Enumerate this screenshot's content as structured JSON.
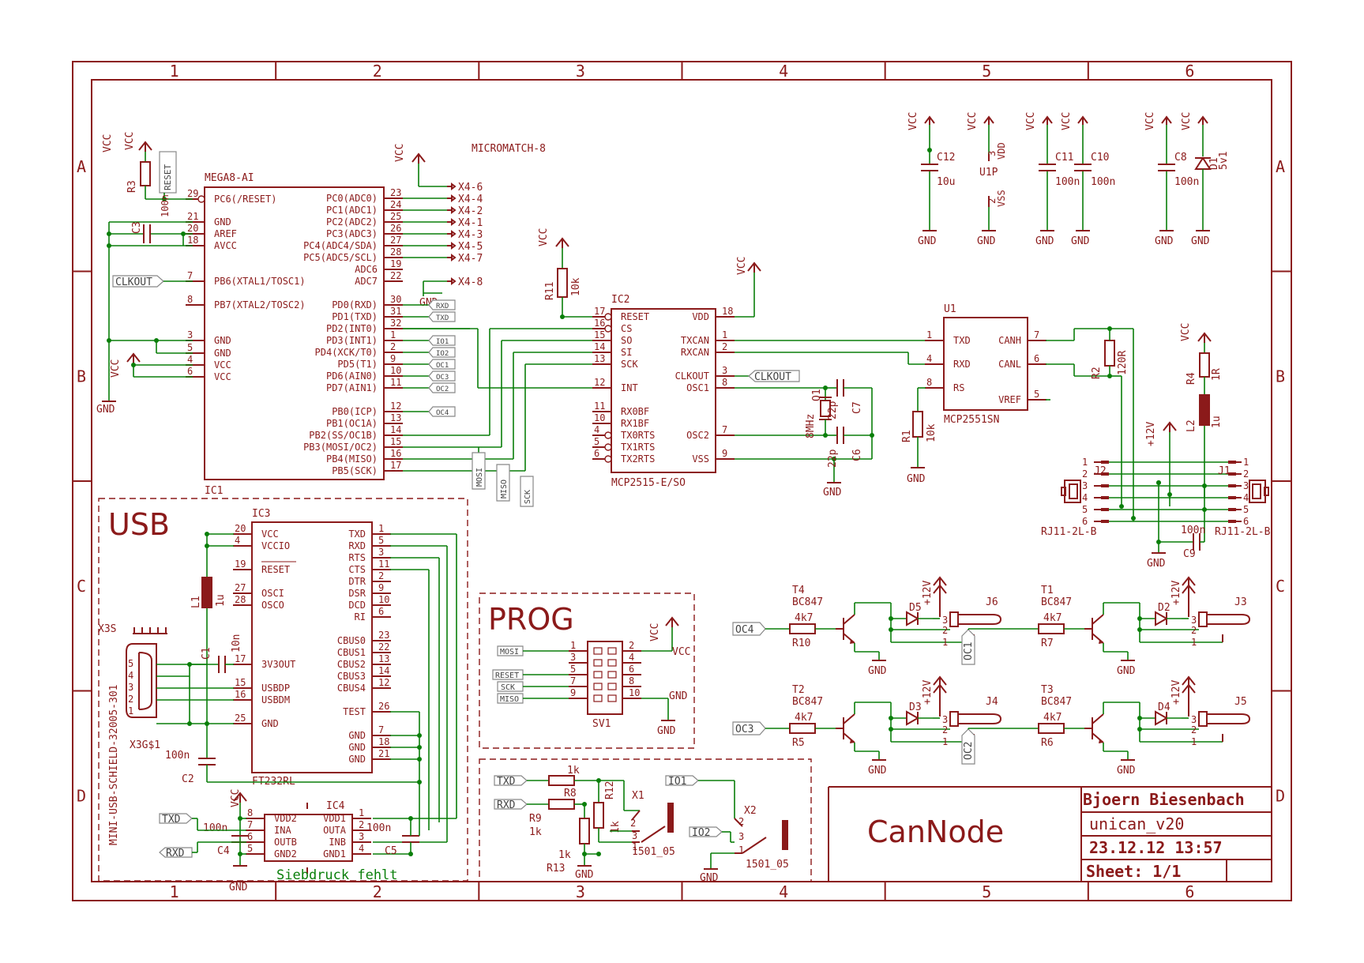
{
  "frame": {
    "columns": [
      "1",
      "2",
      "3",
      "4",
      "5",
      "6"
    ],
    "rows": [
      "A",
      "B",
      "C",
      "D"
    ]
  },
  "title_block": {
    "author": "Bjoern Biesenbach",
    "project": "unican_v20",
    "date": "23.12.12 13:57",
    "sheet": "Sheet: 1/1",
    "name": "CanNode"
  },
  "sections": {
    "usb": "USB",
    "prog": "PROG",
    "silkscreen_note": "Siebdruck fehlt"
  },
  "ic1": {
    "name": "MEGA8-AI",
    "ref": "IC1",
    "left_pins": [
      {
        "num": "29",
        "name": "PC6(/RESET)"
      },
      {
        "num": "21",
        "name": "GND"
      },
      {
        "num": "20",
        "name": "AREF"
      },
      {
        "num": "18",
        "name": "AVCC"
      },
      {
        "num": "7",
        "name": "PB6(XTAL1/TOSC1)"
      },
      {
        "num": "8",
        "name": "PB7(XTAL2/TOSC2)"
      },
      {
        "num": "3",
        "name": "GND"
      },
      {
        "num": "5",
        "name": "GND"
      },
      {
        "num": "4",
        "name": "VCC"
      },
      {
        "num": "6",
        "name": "VCC"
      }
    ],
    "right_pins": [
      {
        "num": "23",
        "name": "PC0(ADC0)"
      },
      {
        "num": "24",
        "name": "PC1(ADC1)"
      },
      {
        "num": "25",
        "name": "PC2(ADC2)"
      },
      {
        "num": "26",
        "name": "PC3(ADC3)"
      },
      {
        "num": "27",
        "name": "PC4(ADC4/SDA)"
      },
      {
        "num": "28",
        "name": "PC5(ADC5/SCL)"
      },
      {
        "num": "19",
        "name": "ADC6"
      },
      {
        "num": "22",
        "name": "ADC7"
      },
      {
        "num": "30",
        "name": "PD0(RXD)"
      },
      {
        "num": "31",
        "name": "PD1(TXD)"
      },
      {
        "num": "32",
        "name": "PD2(INT0)"
      },
      {
        "num": "1",
        "name": "PD3(INT1)"
      },
      {
        "num": "2",
        "name": "PD4(XCK/T0)"
      },
      {
        "num": "9",
        "name": "PD5(T1)"
      },
      {
        "num": "10",
        "name": "PD6(AIN0)"
      },
      {
        "num": "11",
        "name": "PD7(AIN1)"
      },
      {
        "num": "12",
        "name": "PB0(ICP)"
      },
      {
        "num": "13",
        "name": "PB1(OC1A)"
      },
      {
        "num": "14",
        "name": "PB2(SS/OC1B)"
      },
      {
        "num": "15",
        "name": "PB3(MOSI/OC2)"
      },
      {
        "num": "16",
        "name": "PB4(MISO)"
      },
      {
        "num": "17",
        "name": "PB5(SCK)"
      }
    ]
  },
  "ic2": {
    "name": "MCP2515-E/SO",
    "ref": "IC2",
    "left_pins": [
      {
        "num": "17",
        "name": "RESET"
      },
      {
        "num": "16",
        "name": "CS"
      },
      {
        "num": "15",
        "name": "SO"
      },
      {
        "num": "14",
        "name": "SI"
      },
      {
        "num": "13",
        "name": "SCK"
      },
      {
        "num": "12",
        "name": "INT"
      },
      {
        "num": "11",
        "name": "RX0BF"
      },
      {
        "num": "10",
        "name": "RX1BF"
      },
      {
        "num": "4",
        "name": "TX0RTS"
      },
      {
        "num": "5",
        "name": "TX1RTS"
      },
      {
        "num": "6",
        "name": "TX2RTS"
      }
    ],
    "right_pins": [
      {
        "num": "18",
        "name": "VDD"
      },
      {
        "num": "1",
        "name": "TXCAN"
      },
      {
        "num": "2",
        "name": "RXCAN"
      },
      {
        "num": "3",
        "name": "CLKOUT"
      },
      {
        "num": "8",
        "name": "OSC1"
      },
      {
        "num": "7",
        "name": "OSC2"
      },
      {
        "num": "9",
        "name": "VSS"
      }
    ]
  },
  "u1": {
    "name": "MCP2551SN",
    "ref": "U1",
    "left_pins": [
      {
        "num": "1",
        "name": "TXD"
      },
      {
        "num": "4",
        "name": "RXD"
      },
      {
        "num": "8",
        "name": "RS"
      }
    ],
    "right_pins": [
      {
        "num": "7",
        "name": "CANH"
      },
      {
        "num": "6",
        "name": "CANL"
      },
      {
        "num": "5",
        "name": "VREF"
      }
    ]
  },
  "ic3": {
    "name": "FT232RL",
    "ref": "IC3",
    "left_pins": [
      {
        "num": "20",
        "name": "VCC"
      },
      {
        "num": "4",
        "name": "VCCIO"
      },
      {
        "num": "19",
        "name": "RESET"
      },
      {
        "num": "27",
        "name": "OSCI"
      },
      {
        "num": "28",
        "name": "OSCO"
      },
      {
        "num": "17",
        "name": "3V3OUT"
      },
      {
        "num": "15",
        "name": "USBDP"
      },
      {
        "num": "16",
        "name": "USBDM"
      },
      {
        "num": "25",
        "name": "GND"
      }
    ],
    "right_pins": [
      {
        "num": "1",
        "name": "TXD"
      },
      {
        "num": "5",
        "name": "RXD"
      },
      {
        "num": "3",
        "name": "RTS"
      },
      {
        "num": "11",
        "name": "CTS"
      },
      {
        "num": "2",
        "name": "DTR"
      },
      {
        "num": "9",
        "name": "DSR"
      },
      {
        "num": "10",
        "name": "DCD"
      },
      {
        "num": "6",
        "name": "RI"
      },
      {
        "num": "23",
        "name": "CBUS0"
      },
      {
        "num": "22",
        "name": "CBUS1"
      },
      {
        "num": "13",
        "name": "CBUS2"
      },
      {
        "num": "14",
        "name": "CBUS3"
      },
      {
        "num": "12",
        "name": "CBUS4"
      },
      {
        "num": "26",
        "name": "TEST"
      },
      {
        "num": "7",
        "name": "GND"
      },
      {
        "num": "18",
        "name": "GND"
      },
      {
        "num": "21",
        "name": "GND"
      }
    ]
  },
  "ic4": {
    "ref": "IC4",
    "left_pins": [
      {
        "num": "8",
        "name": "VDD2"
      },
      {
        "num": "7",
        "name": "INA"
      },
      {
        "num": "6",
        "name": "OUTB"
      },
      {
        "num": "5",
        "name": "GND2"
      }
    ],
    "right_pins": [
      {
        "num": "1",
        "name": "VDD1"
      },
      {
        "num": "2",
        "name": "OUTA"
      },
      {
        "num": "3",
        "name": "INB"
      },
      {
        "num": "4",
        "name": "GND1"
      }
    ]
  },
  "x4": {
    "title": "MICROMATCH-8",
    "pins": [
      "X4-6",
      "X4-4",
      "X4-2",
      "X4-1",
      "X4-3",
      "X4-5",
      "X4-7",
      "X4-8"
    ]
  },
  "labels": {
    "vcc": "VCC",
    "gnd": "GND",
    "v12": "+12V",
    "clkout": "CLKOUT",
    "reset": "RESET",
    "rxd": "RXD",
    "txd": "TXD",
    "io1": "IO1",
    "io2": "IO2",
    "oc1": "OC1",
    "oc2": "OC2",
    "oc3": "OC3",
    "oc4": "OC4",
    "mosi": "MOSI",
    "miso": "MISO",
    "sck": "SCK"
  },
  "components": {
    "r3": "R3",
    "c3": "C3",
    "c3v": "100n",
    "r11": "R11",
    "r11v": "10k",
    "q1": "Q1",
    "q1v": "8MHz",
    "c7": "C7",
    "c6": "C6",
    "c67v": "22p",
    "r1": "R1",
    "r1v": "10k",
    "r2": "R2",
    "r2v": "120R",
    "r4": "R4",
    "r4v": "1R",
    "l2": "L2",
    "l2v": "1u",
    "c9": "C9",
    "c9v": "100n",
    "j1": "J1",
    "j2": "J2",
    "rj": "RJ11-2L-B",
    "c12": "C12",
    "c12v": "10u",
    "u1p": "U1P",
    "vdd": "VDD",
    "vss": "VSS",
    "c11": "C11",
    "c10": "C10",
    "c8": "C8",
    "cv": "100n",
    "d1": "D1",
    "d1v": "5v1",
    "l1": "L1",
    "l1v": "1u",
    "c1": "C1",
    "c1v": "10n",
    "c2": "C2",
    "c2v": "100n",
    "x3": "X3S",
    "x3g": "X3G$1",
    "usbconn": "MINI-USB-SCHIELD-32005-301",
    "c4": "C4",
    "c5": "C5",
    "c45v": "100n",
    "sv1": "SV1",
    "r8": "R8",
    "r9": "R9",
    "r12": "R12",
    "r13": "R13",
    "rk": "1k",
    "x1": "X1",
    "x2": "X2",
    "term": "1501_05",
    "t1": "T1",
    "t2": "T2",
    "t3": "T3",
    "t4": "T4",
    "bc": "BC847",
    "r5": "R5",
    "r6": "R6",
    "r7": "R7",
    "r10": "R10",
    "r4k7": "4k7",
    "d2": "D2",
    "d3": "D3",
    "d4": "D4",
    "d5": "D5",
    "j3": "J3",
    "j4": "J4",
    "j5": "J5",
    "j6": "J6"
  }
}
